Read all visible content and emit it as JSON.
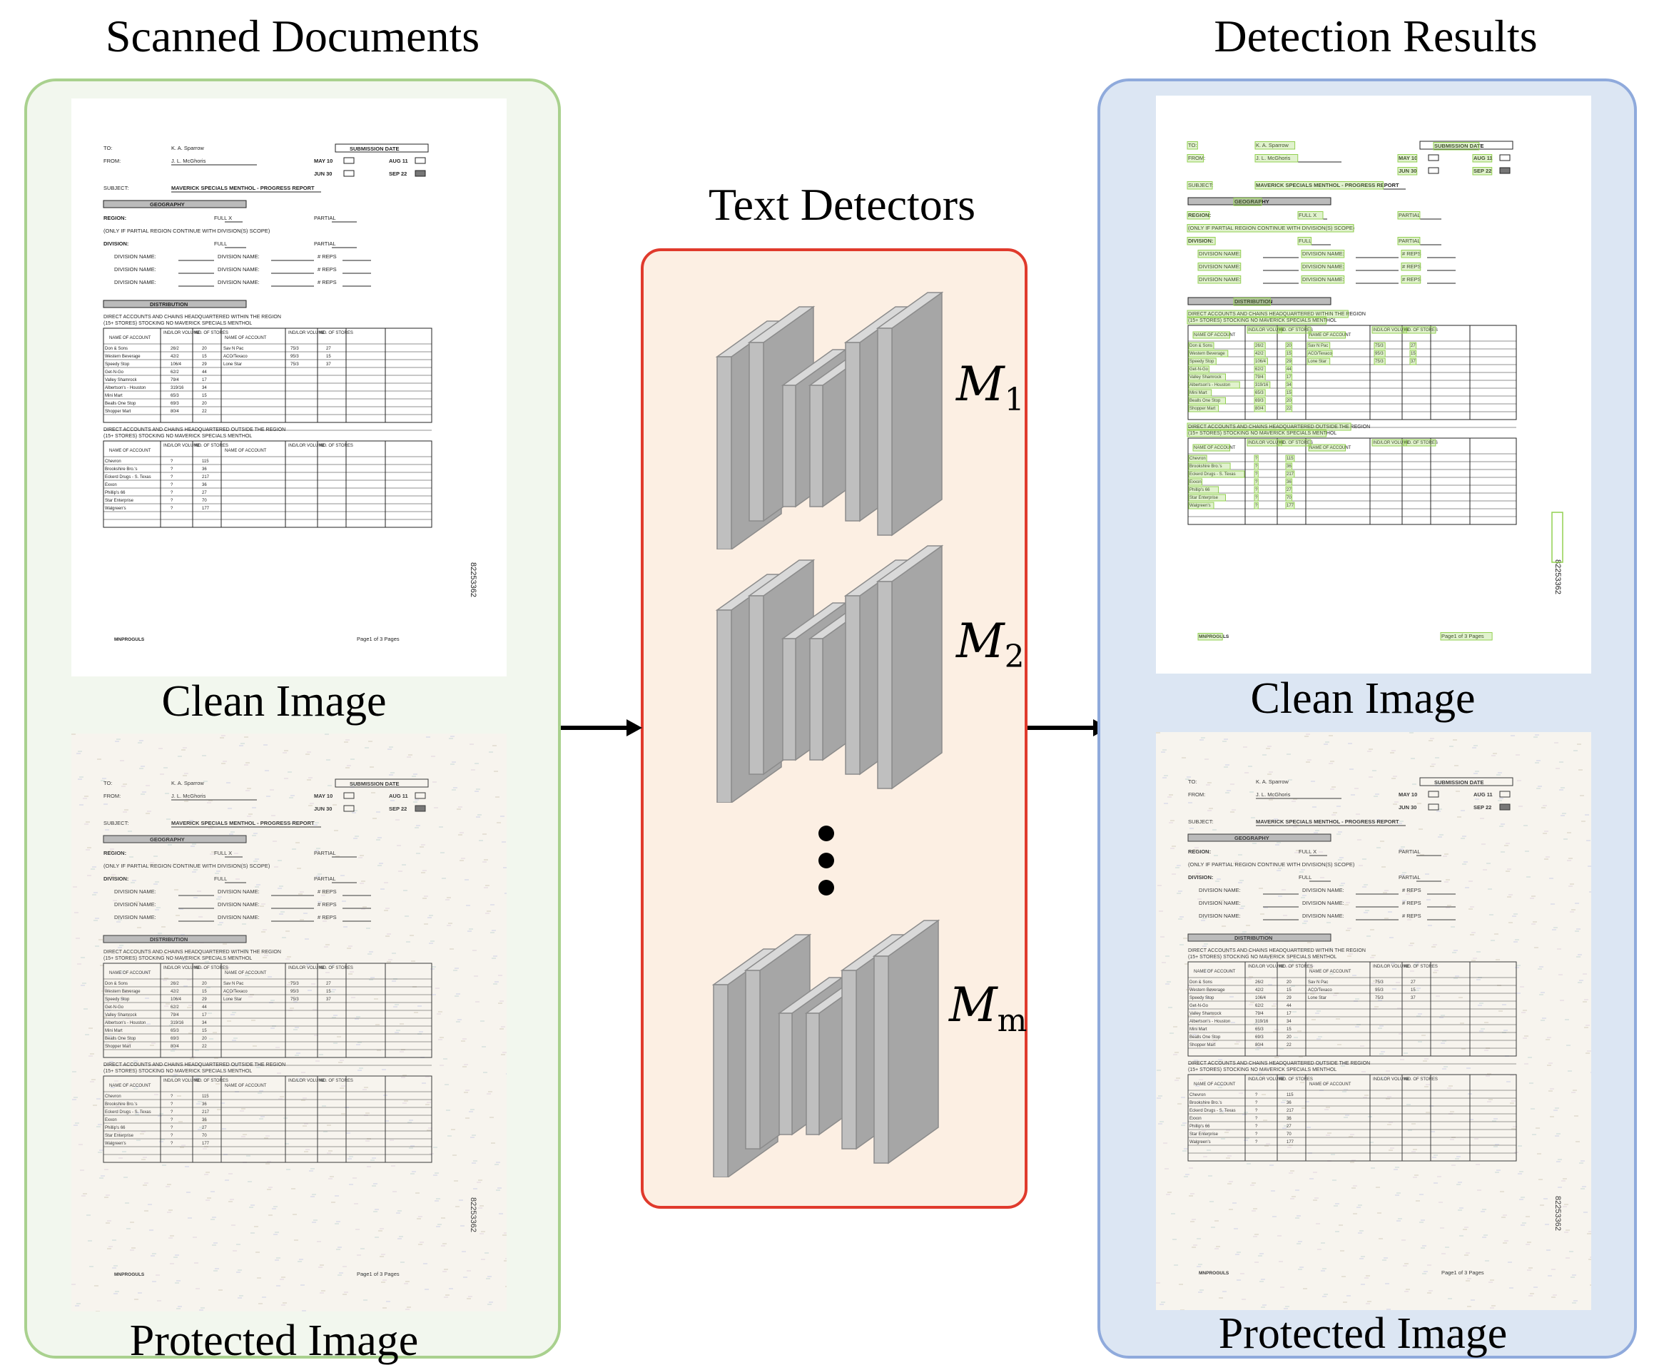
{
  "left_panel": {
    "title": "Scanned Documents",
    "clean_caption": "Clean Image",
    "protected_caption": "Protected Image",
    "border_color": "#a9d18e",
    "fill_color": "#f2f7ee"
  },
  "middle_panel": {
    "title": "Text Detectors",
    "border_color": "#e03a2c",
    "fill_color": "#fcefe3",
    "models": [
      {
        "symbol": "M",
        "subscript": "1"
      },
      {
        "symbol": "M",
        "subscript": "2"
      },
      {
        "symbol": "M",
        "subscript": "m"
      }
    ],
    "ellipsis": "⋮"
  },
  "right_panel": {
    "title": "Detection Results",
    "clean_caption": "Clean Image",
    "protected_caption": "Protected Image",
    "border_color": "#8faadc",
    "fill_color": "#dce6f3",
    "detection_color": "#92d050"
  },
  "document": {
    "to_label": "TO:",
    "to_value": "K. A. Sparrow",
    "from_label": "FROM:",
    "from_value": "J. L. McGhoris",
    "submission_date": "SUBMISSION DATE",
    "dates": [
      "MAY 10",
      "AUG 11",
      "JUN 30",
      "SEP 22"
    ],
    "subject_label": "SUBJECT:",
    "subject_value": "MAVERICK SPECIALS MENTHOL - PROGRESS REPORT",
    "geography": "GEOGRAPHY",
    "region_label": "REGION:",
    "full": "FULL",
    "full_mark": "X",
    "partial": "PARTIAL",
    "only_if": "(ONLY IF PARTIAL REGION CONTINUE WITH DIVISION(S) SCOPE)",
    "division_label": "DIVISION:",
    "division_name": "DIVISION NAME:",
    "reps": "# REPS",
    "distribution": "DISTRIBUTION",
    "table1_title": "DIRECT ACCOUNTS AND CHAINS HEADQUARTERED WITHIN THE REGION",
    "table1_subtitle": "(15+ STORES) STOCKING NO MAVERICK SPECIALS MENTHOL",
    "table2_title": "DIRECT ACCOUNTS AND CHAINS HEADQUARTERED OUTSIDE THE REGION",
    "table2_subtitle": "(15+ STORES) STOCKING NO MAVERICK SPECIALS MENTHOL",
    "col_headers": [
      "NAME OF ACCOUNT",
      "IND/LOR VOLUME",
      "NO. OF STORES"
    ],
    "table1_rows": [
      [
        "Don & Sons",
        "26/2",
        "20",
        "Sav N Pac",
        "75/3",
        "27"
      ],
      [
        "Western Beverage",
        "42/2",
        "15",
        "ACO/Texaco",
        "95/3",
        "15"
      ],
      [
        "Speedy Stop",
        "106/4",
        "29",
        "Lone Star",
        "75/3",
        "37"
      ],
      [
        "Get-N-Go",
        "62/2",
        "44",
        "",
        "",
        ""
      ],
      [
        "Valley Shamrock",
        "79/4",
        "17",
        "",
        "",
        ""
      ],
      [
        "Albertson's - Houston",
        "319/16",
        "34",
        "",
        "",
        ""
      ],
      [
        "Mini Mart",
        "65/3",
        "15",
        "",
        "",
        ""
      ],
      [
        "Bealls One Stop",
        "69/3",
        "20",
        "",
        "",
        ""
      ],
      [
        "Shopper Mart",
        "80/4",
        "22",
        "",
        "",
        ""
      ]
    ],
    "table2_rows": [
      [
        "Chevron",
        "?",
        "115"
      ],
      [
        "Brookshire Bro.'s",
        "?",
        "36"
      ],
      [
        "Eckerd Drugs - S. Texas",
        "?",
        "217"
      ],
      [
        "Exxon",
        "?",
        "36"
      ],
      [
        "Phillip's 66",
        "?",
        "27"
      ],
      [
        "Star Enterprise",
        "?",
        "70"
      ],
      [
        "Walgreen's",
        "?",
        "177"
      ]
    ],
    "doc_number": "82253362",
    "footer_left": "MNPROGULS",
    "footer_right": "Page1  of 3 Pages"
  },
  "colors": {
    "arrow": "#000000",
    "block_front": "#bfbfbf",
    "block_side": "#a6a6a6",
    "block_top": "#d9d9d9"
  }
}
